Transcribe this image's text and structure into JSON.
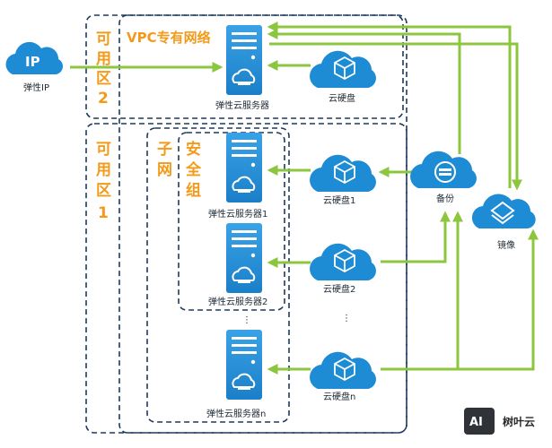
{
  "vpc_label": "VPC专有网络",
  "zone2_label": [
    "可",
    "用",
    "区",
    "2"
  ],
  "zone1_label": [
    "可",
    "用",
    "区",
    "1"
  ],
  "subnet_label": [
    "子",
    "网"
  ],
  "secgroup_label": [
    "安",
    "全",
    "组"
  ],
  "ip": {
    "icon_text": "IP",
    "label": "弹性IP"
  },
  "servers": {
    "top": "弹性云服务器",
    "s1": "弹性云服务器1",
    "s2": "弹性云服务器2",
    "sn": "弹性云服务器n"
  },
  "disks": {
    "top": "云硬盘",
    "d1": "云硬盘1",
    "d2": "云硬盘2",
    "dn": "云硬盘n"
  },
  "backup_label": "备份",
  "mirror_label": "镜像",
  "ellipsis": "⋮",
  "watermark": {
    "mark": "AI",
    "name": "树叶云"
  },
  "colors": {
    "zone_fill": "#dcecf7",
    "zone_border": "#1d3a5c",
    "vpc_fill": "#cfe4f3",
    "accent_orange": "#f39a1b",
    "arrow_green": "#8cc63f",
    "icon_blue": "#1e8bd5"
  }
}
